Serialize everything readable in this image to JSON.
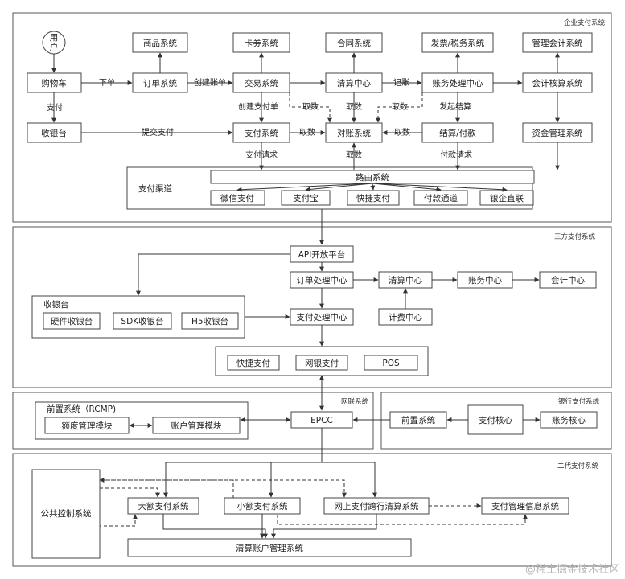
{
  "sections": {
    "enterprise": "企业支付系统",
    "third_party": "三方支付系统",
    "unionpay": "网联系统",
    "bank": "银行支付系统",
    "cnaps2": "二代支付系统"
  },
  "nodes": {
    "user": "用户",
    "cart": "购物车",
    "checkout": "收银台",
    "goods": "商品系统",
    "order": "订单系统",
    "coupon": "卡券系统",
    "trade": "交易系统",
    "contract": "合同系统",
    "clearing": "清算中心",
    "invoice": "发票/税务系统",
    "ledger": "账务处理中心",
    "mgmt_acct": "管理会计系统",
    "acct_calc": "会计核算系统",
    "pay_sys": "支付系统",
    "recon": "对账系统",
    "settle": "结算/付款",
    "fund": "资金管理系统",
    "channel_group": "支付渠道",
    "router": "路由系统",
    "wechat": "微信支付",
    "alipay": "支付宝",
    "quickpay": "快捷支付",
    "pay_channel": "付款通道",
    "bank_direct": "银企直联",
    "api": "API开放平台",
    "order_proc": "订单处理中心",
    "tp_clearing": "清算中心",
    "tp_ledger": "账务中心",
    "tp_acct": "会计中心",
    "tp_checkout_group": "收银台",
    "hw_checkout": "硬件收银台",
    "sdk_checkout": "SDK收银台",
    "h5_checkout": "H5收银台",
    "pay_proc": "支付处理中心",
    "billing": "计费中心",
    "tp_quick": "快捷支付",
    "netbank": "网银支付",
    "pos": "POS",
    "rcmp": "前置系统（RCMP)",
    "quota": "额度管理模块",
    "account_mgmt": "账户管理模块",
    "epcc": "EPCC",
    "bank_front": "前置系统",
    "core": "支付核心",
    "bank_ledger": "账务核心",
    "public_ctrl": "公共控制系统",
    "hvps": "大额支付系统",
    "beps": "小额支付系统",
    "ibps": "网上支付跨行清算系统",
    "pmis": "支付管理信息系统",
    "sapss": "清算账户管理系统"
  },
  "edges": {
    "pay": "支付",
    "place_order": "下单",
    "create_bill": "创建账单",
    "bookkeep": "记账",
    "create_pay_order": "创建支付单",
    "fetch": "取数",
    "start_settle": "发起结算",
    "submit_pay": "提交支付",
    "pay_request": "支付请求",
    "payout_request": "付款请求"
  },
  "watermark": "@稀土掘金技术社区"
}
